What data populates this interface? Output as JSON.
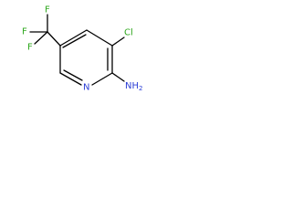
{
  "molecule": {
    "atoms": {
      "f_top": "F",
      "f_left": "F",
      "f_lower": "F",
      "chlorine": "Cl",
      "ring_nitrogen": "N",
      "amine_nh": "NH",
      "amine_subscript": "2"
    },
    "colors": {
      "bond": "#000000",
      "fluorine": "#2fa81e",
      "chlorine": "#2fa81e",
      "nitrogen": "#2c3fd6"
    }
  }
}
